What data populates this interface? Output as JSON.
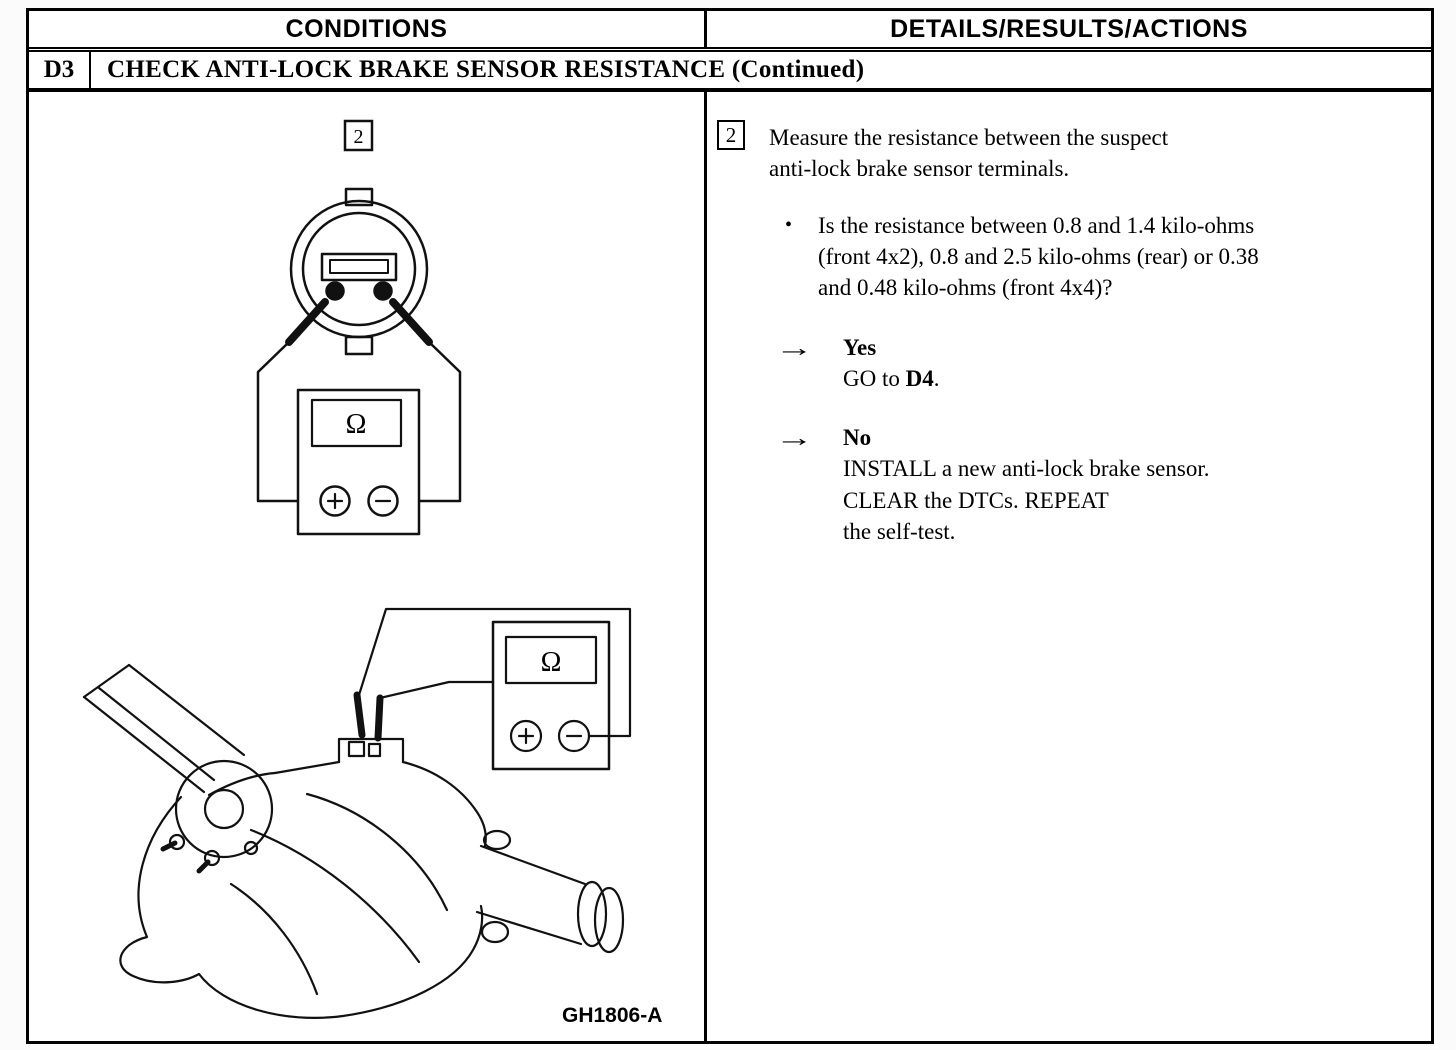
{
  "header": {
    "conditions": "CONDITIONS",
    "details": "DETAILS/RESULTS/ACTIONS"
  },
  "test": {
    "id": "D3",
    "title": "CHECK ANTI-LOCK BRAKE SENSOR RESISTANCE (Continued)"
  },
  "figure": {
    "step_badge": "2",
    "ohm": "Ω",
    "caption": "GH1806-A"
  },
  "step": {
    "badge": "2",
    "instruction_lines": [
      "Measure the resistance between the suspect",
      "anti-lock brake sensor terminals."
    ],
    "bullet_char": "•",
    "question_lines": [
      "Is the resistance between 0.8 and 1.4 kilo-ohms",
      "(front 4x2), 0.8 and 2.5 kilo-ohms (rear) or 0.38",
      "and 0.48 kilo-ohms (front 4x4)?"
    ],
    "arrow": "→",
    "yes": {
      "label": "Yes",
      "action_parts": [
        "GO to ",
        "D4",
        "."
      ]
    },
    "no": {
      "label": "No",
      "lines": [
        "INSTALL a new anti-lock brake sensor.",
        "CLEAR the DTCs. REPEAT",
        "the self-test."
      ]
    }
  }
}
